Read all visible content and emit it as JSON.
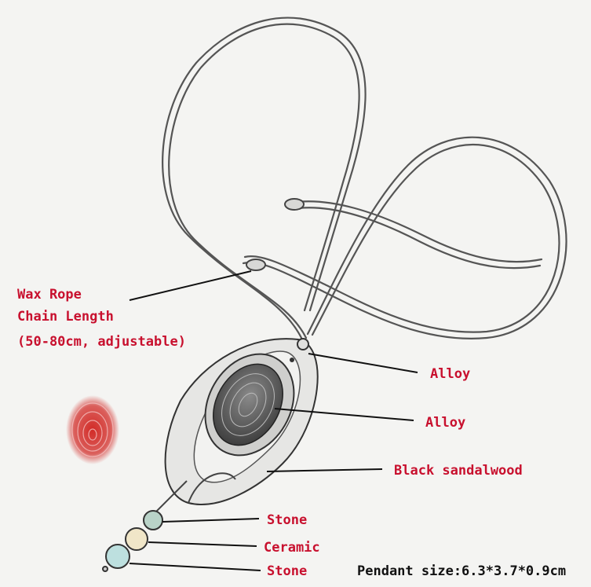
{
  "labels": {
    "wax_rope": "Wax Rope",
    "chain_length": "Chain Length",
    "adjustable": "(50-80cm, adjustable)",
    "alloy_top": "Alloy",
    "alloy_center": "Alloy",
    "black_sandalwood": "Black sandalwood",
    "stone_top": "Stone",
    "ceramic": "Ceramic",
    "stone_bottom": "Stone",
    "pendant_size": "Pendant size:6.3*3.7*0.9cm"
  },
  "colors": {
    "label_red": "#c8102e",
    "size_black": "#111111",
    "sketch": "#4a4a4a",
    "fingerprint": "#d0201c"
  }
}
